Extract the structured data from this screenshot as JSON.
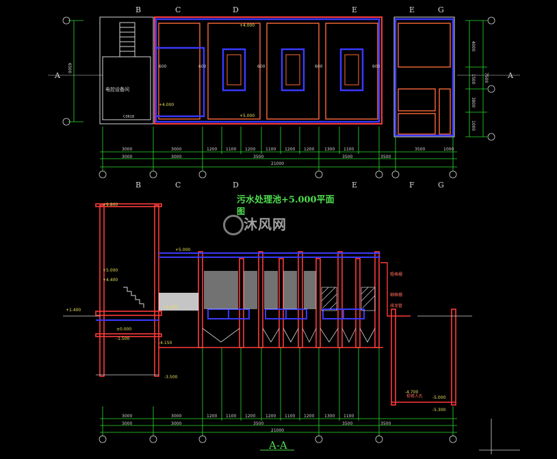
{
  "plan": {
    "title_line1": "污水处理池+5.000平面",
    "title_line2": "图",
    "axis_letters_top": [
      "B",
      "C",
      "D",
      "E",
      "E",
      "G"
    ],
    "axis_letters_bottom": [
      "B",
      "C",
      "D",
      "E",
      "F",
      "G"
    ],
    "side_marker": "A",
    "room_label": "电控设备间",
    "door_label": "C0618",
    "dims_row1": [
      "3000",
      "3000",
      "1200",
      "1100",
      "1200",
      "1100",
      "1200",
      "1200",
      "1300",
      "1100",
      "3500",
      "1000"
    ],
    "dims_row2": [
      "3000",
      "3000",
      "3500",
      "3500",
      "3500",
      "1000",
      "3500"
    ],
    "dims_total": "21000",
    "left_dim": "6500",
    "right_dims": [
      "4000",
      "1500",
      "3800",
      "1000"
    ],
    "right_total": "7500",
    "elev_1": "+4.000",
    "elev_2": "+5.000",
    "hole_label": "600"
  },
  "section": {
    "title": "A-A",
    "dims_row1": [
      "3000",
      "3000",
      "1200",
      "1100",
      "1200",
      "1200",
      "1100",
      "1200",
      "1300",
      "1100"
    ],
    "dims_row2": [
      "3000",
      "3000",
      "3500",
      "3500",
      "3500",
      "1000",
      "3500"
    ],
    "dims_total": "21000",
    "elevations": [
      "+9.800",
      "+5.000",
      "+4.400",
      "+5.000",
      "+1.400",
      "+1.400",
      "±0.000",
      "-1.500",
      "-3.500",
      "-4.150",
      "-4.700",
      "-5.000",
      "-5.300"
    ],
    "annotations": [
      "粗格栅",
      "细格栅",
      "排泥管",
      "检修人孔"
    ]
  },
  "watermark": "沐风网",
  "colors": {
    "background": "#000000",
    "walls": "#ff3b3b",
    "pools": "#ff5e3a",
    "inner": "#3a3aff",
    "dims": "#2ee12e",
    "text": "#d8d8d8",
    "title": "#4fe04f"
  }
}
